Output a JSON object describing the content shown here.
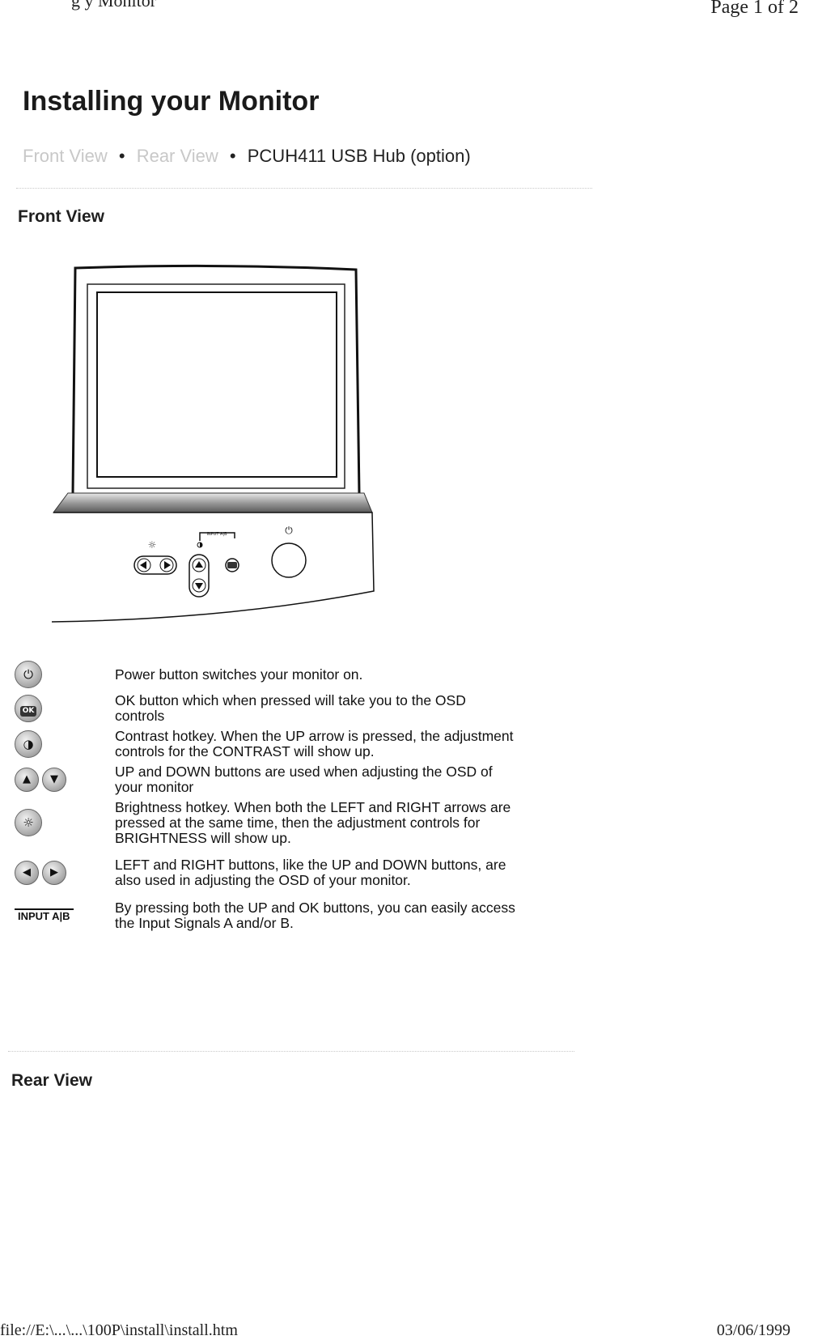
{
  "header": {
    "left_text": "g y Monitor",
    "right_text": "Page 1 of 2"
  },
  "title": "Installing your Monitor",
  "nav": {
    "links": [
      "Front View",
      "Rear View",
      "PCUH411 USB Hub (option)"
    ],
    "separator": "•"
  },
  "front_view": {
    "heading": "Front View",
    "diagram": {
      "input_label": "INPUT A|B",
      "power_symbol": "⏻"
    }
  },
  "controls": [
    {
      "icon": "power-icon",
      "glyph": "⏻",
      "text": "Power button switches your monitor on."
    },
    {
      "icon": "ok-icon",
      "glyph": "OK",
      "text": "OK button which when pressed will take you to the OSD controls"
    },
    {
      "icon": "contrast-icon",
      "glyph": "◑",
      "text": "Contrast hotkey. When the UP arrow is pressed, the adjustment controls for the CONTRAST will show up."
    },
    {
      "icon": "up-down-icon",
      "glyph_a": "▲",
      "glyph_b": "▼",
      "text": "UP and DOWN buttons are used when adjusting the OSD of your monitor"
    },
    {
      "icon": "brightness-icon",
      "glyph": "☼",
      "text": "Brightness hotkey. When both the LEFT and RIGHT arrows are pressed at the same time, then the adjustment controls for BRIGHTNESS will show up."
    },
    {
      "icon": "left-right-icon",
      "glyph_a": "◀",
      "glyph_b": "▶",
      "text": "LEFT and RIGHT buttons, like the UP and DOWN buttons, are also used in adjusting the OSD of your monitor."
    },
    {
      "icon": "input-icon",
      "glyph": "INPUT A|B",
      "text": "By pressing both the UP and OK buttons, you can easily access the Input Signals A and/or B."
    }
  ],
  "rear_view": {
    "heading": "Rear View"
  },
  "footer": {
    "left_text": "file://E:\\...\\...\\100P\\install\\install.htm",
    "right_text": "03/06/1999"
  }
}
